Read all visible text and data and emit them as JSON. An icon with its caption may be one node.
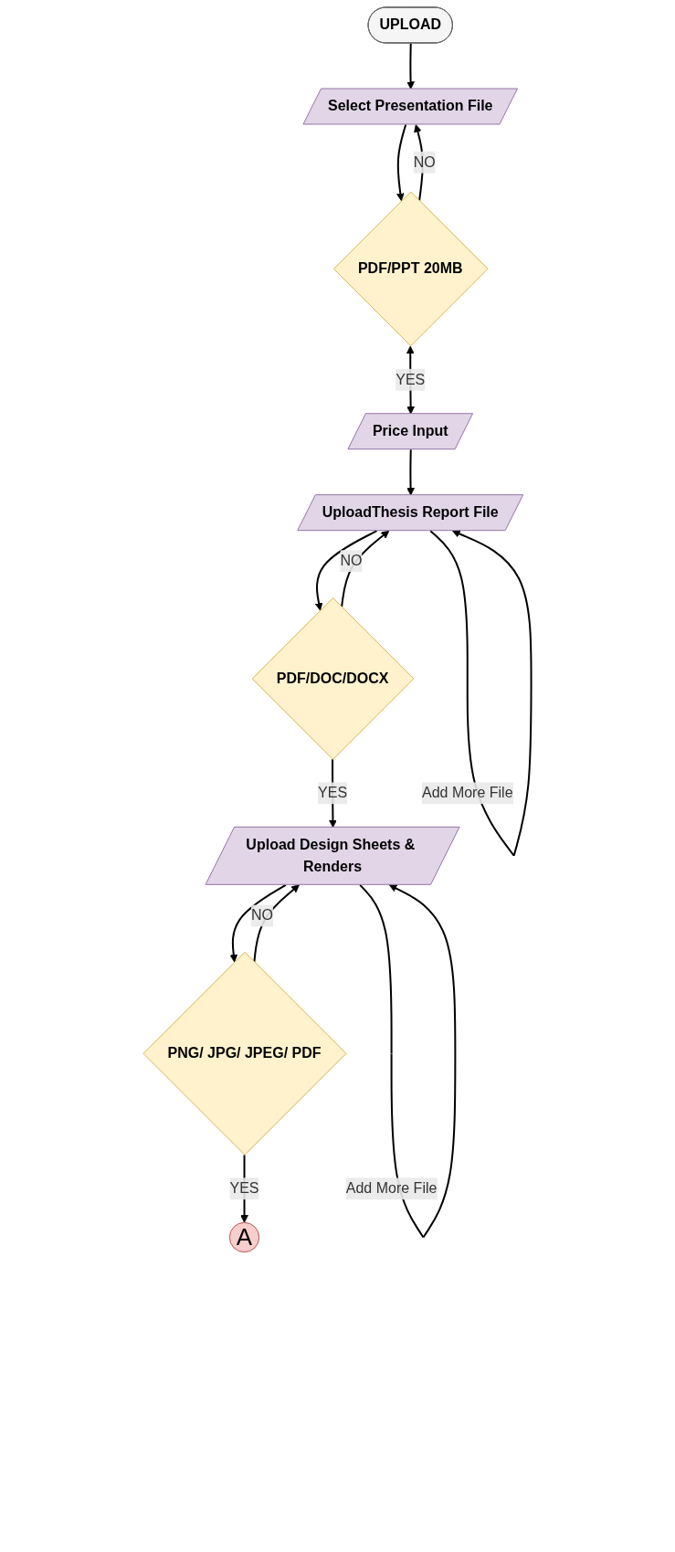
{
  "diagram": {
    "nodes": [
      {
        "text": [
          "UPLOAD"
        ]
      },
      {
        "text": [
          "Select Presentation File"
        ]
      },
      {
        "text": [
          "PDF/PPT 20MB"
        ]
      },
      {
        "text": [
          "Price Input"
        ]
      },
      {
        "text": [
          "UploadThesis Report File"
        ]
      },
      {
        "text": [
          "PDF/DOC/DOCX"
        ]
      },
      {
        "text": [
          "Upload Design Sheets & Renders"
        ]
      },
      {
        "text": [
          "PNG/ JPG/ JPEG/ PDF"
        ]
      },
      {
        "text": [
          "A"
        ]
      }
    ],
    "edges": [
      {
        "from": 0,
        "to": 1,
        "arrow": "to"
      },
      {
        "from": 1,
        "to": 2,
        "arrow": "to"
      },
      {
        "from": 2,
        "to": 1,
        "arrow": "to",
        "label": "NO"
      },
      {
        "from": 2,
        "to": 3,
        "arrow": "both",
        "label": "YES"
      },
      {
        "from": 3,
        "to": 4,
        "arrow": "to"
      },
      {
        "from": 4,
        "to": 5,
        "arrow": "to"
      },
      {
        "from": 4,
        "to": 4,
        "arrow": "to",
        "label": "Add More File"
      },
      {
        "from": 5,
        "to": 4,
        "arrow": "to",
        "label": "NO"
      },
      {
        "from": 5,
        "to": 6,
        "arrow": "to",
        "label": "YES"
      },
      {
        "from": 6,
        "to": 7,
        "arrow": "to"
      },
      {
        "from": 6,
        "to": 6,
        "arrow": "to",
        "label": "Add More File"
      },
      {
        "from": 7,
        "to": 6,
        "arrow": "to",
        "label": "NO"
      },
      {
        "from": 7,
        "to": 8,
        "arrow": "to",
        "label": "YES"
      }
    ]
  }
}
